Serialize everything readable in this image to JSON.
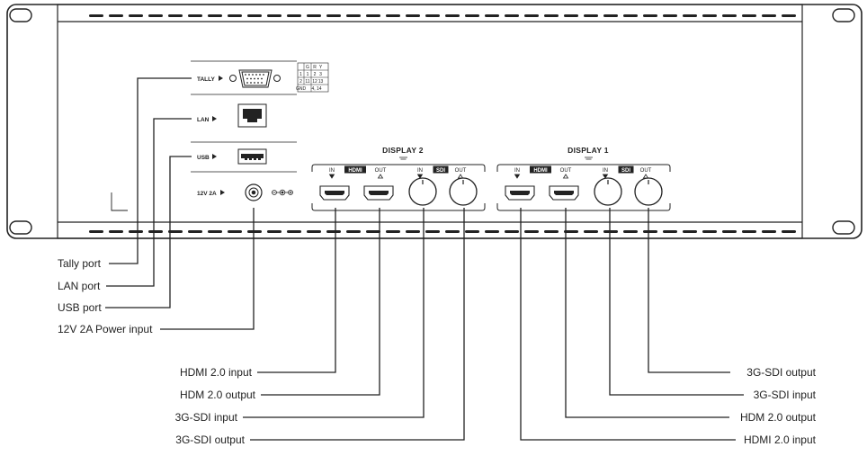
{
  "tally_table": {
    "header": [
      "",
      "G",
      "R",
      "Y"
    ],
    "rows": [
      [
        "1",
        "1",
        "2",
        "3"
      ],
      [
        "2",
        "11",
        "12",
        "13"
      ],
      [
        "GND",
        "4, 14",
        "",
        ""
      ]
    ]
  },
  "panel_labels": {
    "tally": "TALLY",
    "lan": "LAN",
    "usb": "USB",
    "power": "12V 2A"
  },
  "display2": {
    "title": "DISPLAY 2",
    "hdmi_group": "HDMI",
    "sdi_group": "SDI",
    "in_label": "IN",
    "out_label": "OUT"
  },
  "display1": {
    "title": "DISPLAY 1",
    "hdmi_group": "HDMI",
    "sdi_group": "SDI",
    "in_label": "IN",
    "out_label": "OUT"
  },
  "callouts_left": [
    "Tally port",
    "LAN port",
    "USB port",
    "12V 2A Power input"
  ],
  "callouts_display2": [
    "HDMI 2.0 input",
    "HDM 2.0 output",
    "3G-SDI input",
    "3G-SDI output"
  ],
  "callouts_display1": [
    "3G-SDI output",
    "3G-SDI input",
    "HDM 2.0 output",
    "HDMI 2.0 input"
  ]
}
